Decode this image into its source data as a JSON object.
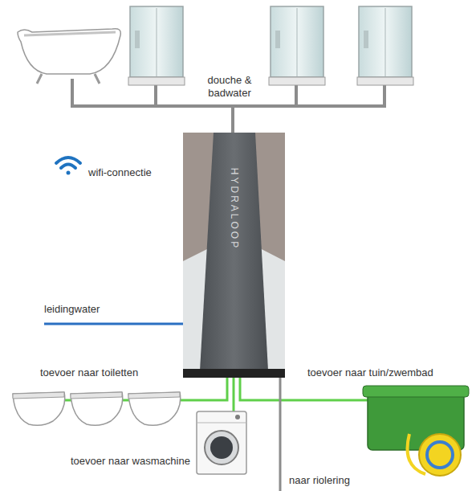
{
  "diagram": {
    "nodes": [
      {
        "text": [
          "HYDRALOOP"
        ]
      }
    ],
    "labels": [
      "douche & badwater",
      "wifi-connectie",
      "leidingwater",
      "toevoer naar toiletten",
      "toevoer naar wasmachine",
      "toevoer naar tuin/zwembad",
      "naar riolering"
    ]
  }
}
